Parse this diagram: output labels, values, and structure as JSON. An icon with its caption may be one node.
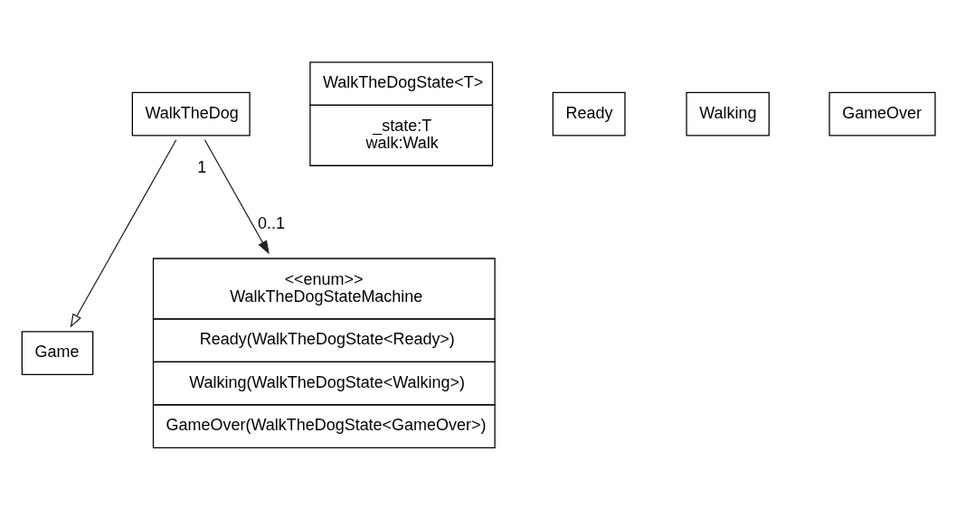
{
  "diagram": {
    "nodes": [
      {
        "text": [
          "WalkTheDog"
        ]
      },
      {
        "text": [
          "WalkTheDogState<T>",
          "_state:T",
          "walk:Walk"
        ]
      },
      {
        "text": [
          "Ready"
        ]
      },
      {
        "text": [
          "Walking"
        ]
      },
      {
        "text": [
          "GameOver"
        ]
      },
      {
        "text": [
          "<<enum>>",
          "WalkTheDogStateMachine",
          "Ready(WalkTheDogState<Ready>)",
          "Walking(WalkTheDogState<Walking>)",
          "GameOver(WalkTheDogState<GameOver>)"
        ]
      },
      {
        "text": [
          "Game"
        ]
      }
    ],
    "edges": [
      {
        "from": 0,
        "to": 6,
        "arrow": "to"
      },
      {
        "from": 0,
        "to": 5,
        "arrow": "to"
      }
    ],
    "labels": [
      "1",
      "0..1"
    ]
  }
}
